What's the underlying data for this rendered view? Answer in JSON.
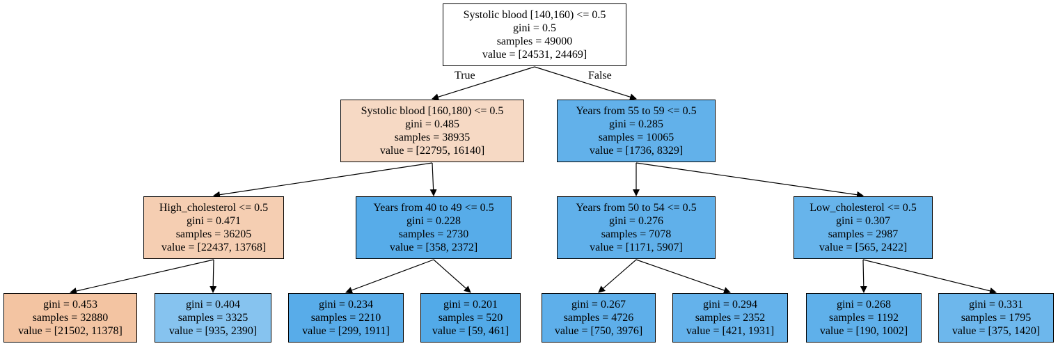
{
  "nodes": [
    {
      "id": "n0",
      "lines": [
        "Systolic blood [140,160) <= 0.5",
        "gini = 0.5",
        "samples = 49000",
        "value = [24531, 24469]"
      ],
      "color": "#ffffff"
    },
    {
      "id": "n1",
      "lines": [
        "Systolic blood [160,180) <= 0.5",
        "gini = 0.485",
        "samples = 38935",
        "value = [22795, 16140]"
      ],
      "color": "#f6d9c4"
    },
    {
      "id": "n2",
      "lines": [
        "Years from 55 to 59 <= 0.5",
        "gini = 0.285",
        "samples = 10065",
        "value = [1736, 8329]"
      ],
      "color": "#62b1ea"
    },
    {
      "id": "n3",
      "lines": [
        "High_cholesterol <= 0.5",
        "gini = 0.471",
        "samples = 36205",
        "value = [22437, 13768]"
      ],
      "color": "#f5ceb2"
    },
    {
      "id": "n4",
      "lines": [
        "Years from 40 to 49 <= 0.5",
        "gini = 0.228",
        "samples = 2730",
        "value = [358, 2372]"
      ],
      "color": "#57ace9"
    },
    {
      "id": "n5",
      "lines": [
        "Years from 50 to 54 <= 0.5",
        "gini = 0.276",
        "samples = 7078",
        "value = [1171, 5907]"
      ],
      "color": "#60b0ea"
    },
    {
      "id": "n6",
      "lines": [
        "Low_cholesterol <= 0.5",
        "gini = 0.307",
        "samples = 2987",
        "value = [565, 2422]"
      ],
      "color": "#67b4eb"
    },
    {
      "id": "n7",
      "lines": [
        "gini = 0.453",
        "samples = 32880",
        "value = [21502, 11378]"
      ],
      "color": "#f3c4a2"
    },
    {
      "id": "n8",
      "lines": [
        "gini = 0.404",
        "samples = 3325",
        "value = [935, 2390]"
      ],
      "color": "#86c3ef"
    },
    {
      "id": "n9",
      "lines": [
        "gini = 0.234",
        "samples = 2210",
        "value = [299, 1911]"
      ],
      "color": "#58ace9"
    },
    {
      "id": "n10",
      "lines": [
        "gini = 0.201",
        "samples = 520",
        "value = [59, 461]"
      ],
      "color": "#52aae8"
    },
    {
      "id": "n11",
      "lines": [
        "gini = 0.267",
        "samples = 4726",
        "value = [750, 3976]"
      ],
      "color": "#5eafea"
    },
    {
      "id": "n12",
      "lines": [
        "gini = 0.294",
        "samples = 2352",
        "value = [421, 1931]"
      ],
      "color": "#64b2eb"
    },
    {
      "id": "n13",
      "lines": [
        "gini = 0.268",
        "samples = 1192",
        "value = [190, 1002]"
      ],
      "color": "#5fb0ea"
    },
    {
      "id": "n14",
      "lines": [
        "gini = 0.331",
        "samples = 1795",
        "value = [375, 1420]"
      ],
      "color": "#6db7ec"
    }
  ],
  "edges": [
    {
      "from": "n0",
      "to": "n1",
      "label": "True"
    },
    {
      "from": "n0",
      "to": "n2",
      "label": "False"
    },
    {
      "from": "n1",
      "to": "n3"
    },
    {
      "from": "n1",
      "to": "n4"
    },
    {
      "from": "n2",
      "to": "n5"
    },
    {
      "from": "n2",
      "to": "n6"
    },
    {
      "from": "n3",
      "to": "n7"
    },
    {
      "from": "n3",
      "to": "n8"
    },
    {
      "from": "n4",
      "to": "n9"
    },
    {
      "from": "n4",
      "to": "n10"
    },
    {
      "from": "n5",
      "to": "n11"
    },
    {
      "from": "n5",
      "to": "n12"
    },
    {
      "from": "n6",
      "to": "n13"
    },
    {
      "from": "n6",
      "to": "n14"
    }
  ]
}
